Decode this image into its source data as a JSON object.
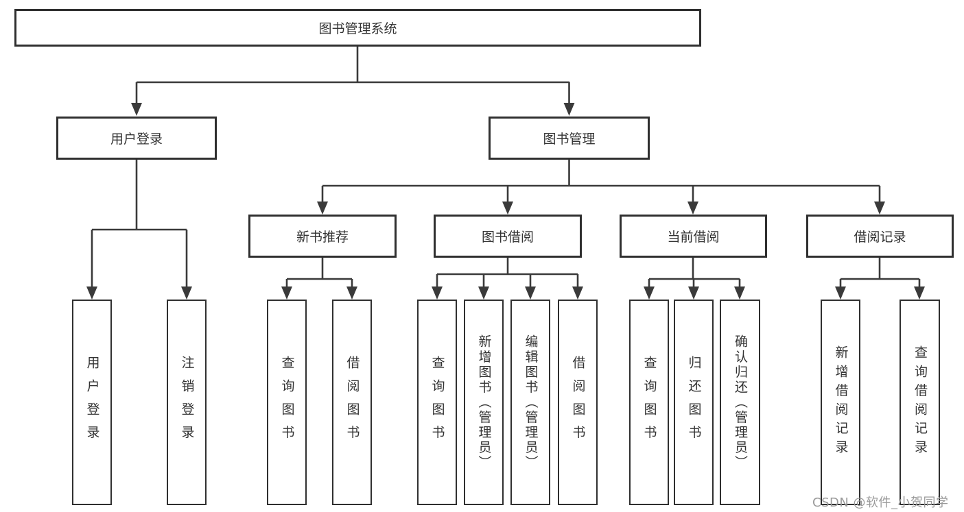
{
  "colors": {
    "bg": "#ffffff",
    "line": "#3a3a3a",
    "border": "#2f2f2f",
    "text": "#333333",
    "watermark": "#9a9a9a"
  },
  "watermark": {
    "text": "CSDN @软件_小贺同学"
  },
  "tree": {
    "label": "图书管理系统",
    "children": [
      {
        "label": "用户登录",
        "children": [
          {
            "label": "用户登录"
          },
          {
            "label": "注销登录"
          }
        ]
      },
      {
        "label": "图书管理",
        "children": [
          {
            "label": "新书推荐",
            "children": [
              {
                "label": "查询图书"
              },
              {
                "label": "借阅图书"
              }
            ]
          },
          {
            "label": "图书借阅",
            "children": [
              {
                "label": "查询图书"
              },
              {
                "label": "新增图书（管理员）"
              },
              {
                "label": "编辑图书（管理员）"
              },
              {
                "label": "借阅图书"
              }
            ]
          },
          {
            "label": "当前借阅",
            "children": [
              {
                "label": "查询图书"
              },
              {
                "label": "归还图书"
              },
              {
                "label": "确认归还（管理员）"
              }
            ]
          },
          {
            "label": "借阅记录",
            "children": [
              {
                "label": "新增借阅记录"
              },
              {
                "label": "查询借阅记录"
              }
            ]
          }
        ]
      }
    ]
  }
}
